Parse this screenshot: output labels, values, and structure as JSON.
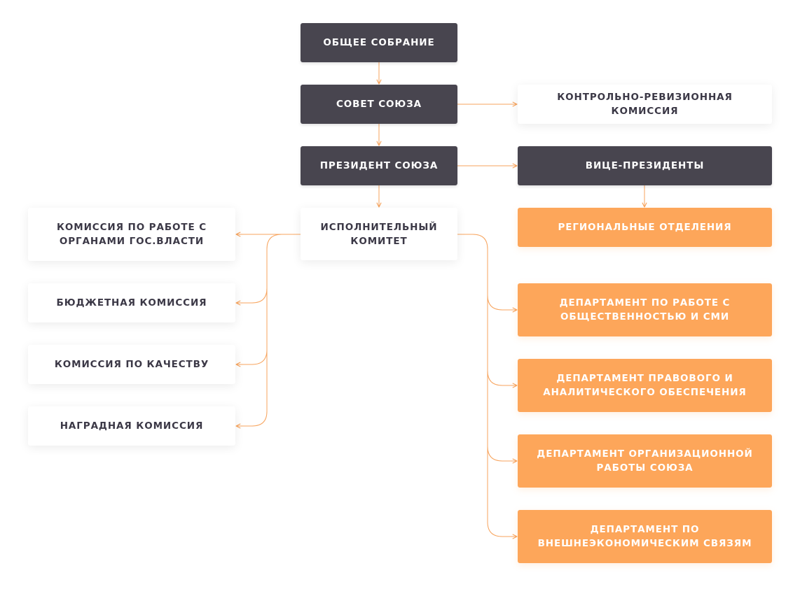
{
  "colors": {
    "dark_box": "#48454f",
    "light_box": "#ffffff",
    "orange_box": "#fda65a",
    "connector": "#f7a35c",
    "text_dark": "#3b3846",
    "text_light": "#ffffff"
  },
  "nodes": {
    "general_assembly": "ОБЩЕЕ СОБРАНИЕ",
    "union_council": "СОВЕТ СОЮЗА",
    "union_president": "ПРЕЗИДЕНТ СОЮЗА",
    "executive_committee": {
      "line1": "ИСПОЛНИТЕЛЬНЫЙ",
      "line2": "КОМИТЕТ"
    },
    "audit_commission": "КОНТРОЛЬНО-РЕВИЗИОННАЯ КОМИССИЯ",
    "vice_presidents": "ВИЦЕ-ПРЕЗИДЕНТЫ",
    "regional_branches": "РЕГИОНАЛЬНЫЕ ОТДЕЛЕНИЯ"
  },
  "commissions": [
    {
      "line1": "КОМИССИЯ ПО РАБОТЕ С",
      "line2": "ОРГАНАМИ ГОС.ВЛАСТИ"
    },
    {
      "line1": "БЮДЖЕТНАЯ КОМИССИЯ"
    },
    {
      "line1": "КОМИССИЯ ПО КАЧЕСТВУ"
    },
    {
      "line1": "НАГРАДНАЯ КОМИССИЯ"
    }
  ],
  "departments": [
    {
      "line1": "ДЕПАРТАМЕНТ ПО РАБОТЕ С",
      "line2": "ОБЩЕСТВЕННОСТЬЮ И СМИ"
    },
    {
      "line1": "ДЕПАРТАМЕНТ ПРАВОВОГО И",
      "line2": "АНАЛИТИЧЕСКОГО ОБЕСПЕЧЕНИЯ"
    },
    {
      "line1": "ДЕПАРТАМЕНТ ОРГАНИЗАЦИОННОЙ",
      "line2": "РАБОТЫ СОЮЗА"
    },
    {
      "line1": "ДЕПАРТАМЕНТ ПО",
      "line2": "ВНЕШНЕЭКОНОМИЧЕСКИМ СВЯЗЯМ"
    }
  ]
}
